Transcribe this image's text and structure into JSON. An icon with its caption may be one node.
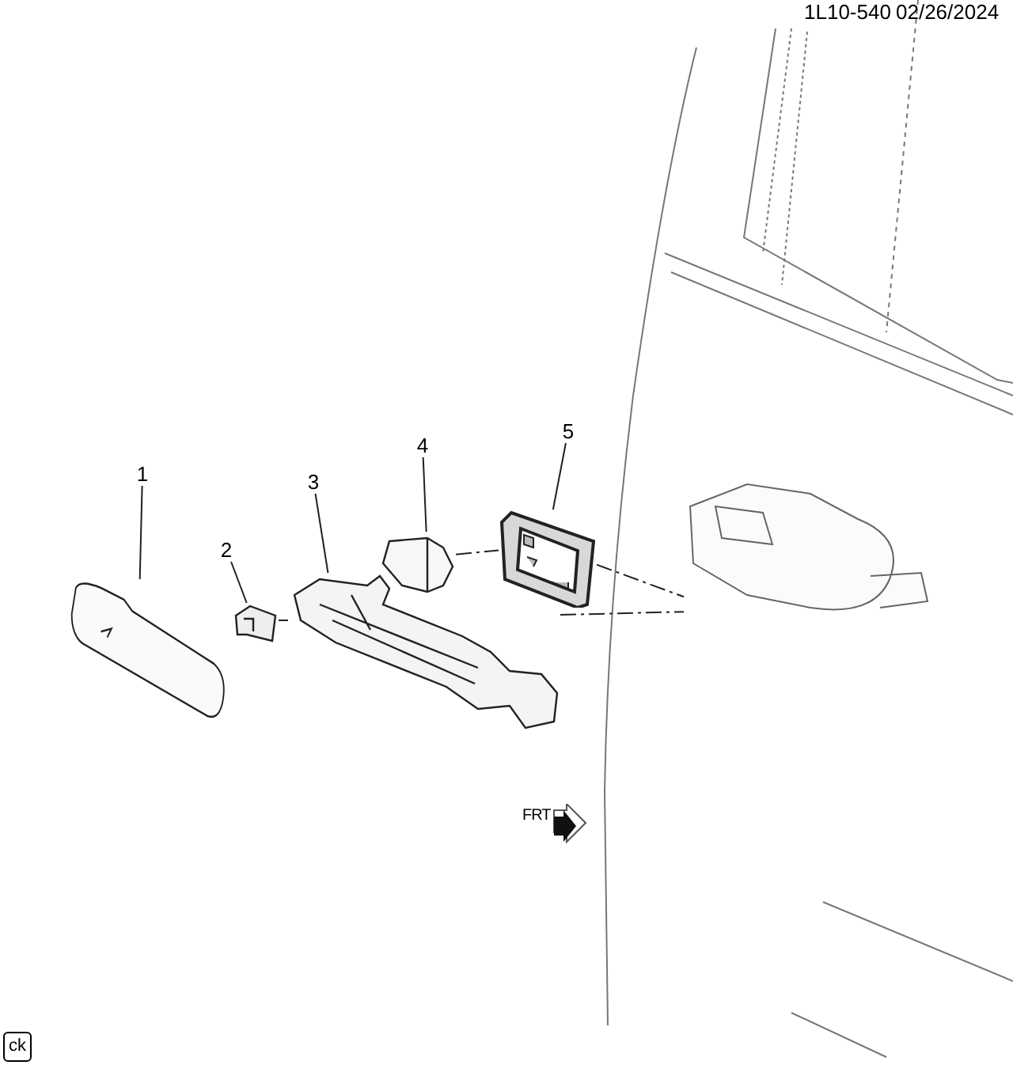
{
  "diagram": {
    "nodes": [
      {
        "text": [
          "1"
        ]
      },
      {
        "text": [
          "2"
        ]
      },
      {
        "text": [
          "3"
        ]
      },
      {
        "text": [
          "4"
        ]
      },
      {
        "text": [
          "5"
        ]
      },
      {
        "text": [],
        "shape": "picture"
      },
      {
        "text": [],
        "shape": "picture"
      },
      {
        "text": [],
        "shape": "picture"
      },
      {
        "text": [],
        "shape": "picture"
      },
      {
        "text": [],
        "shape": "picture"
      },
      {
        "text": [],
        "shape": "picture"
      },
      {
        "text": [
          "ck"
        ]
      }
    ],
    "edges": [
      {
        "from": 0,
        "to": 5,
        "arrow": "none"
      },
      {
        "from": 1,
        "to": 6,
        "arrow": "none"
      },
      {
        "from": 2,
        "to": 7,
        "arrow": "none"
      },
      {
        "from": 3,
        "to": 8,
        "arrow": "none"
      },
      {
        "from": 4,
        "to": 9,
        "arrow": "none"
      },
      {
        "from": 6,
        "to": 7,
        "arrow": "none",
        "style": "dashed"
      },
      {
        "from": 7,
        "to": 10,
        "arrow": "none",
        "style": "dashed"
      },
      {
        "from": 8,
        "to": 9,
        "arrow": "none",
        "style": "dashed"
      },
      {
        "from": 9,
        "to": 10,
        "arrow": "none",
        "style": "dashed"
      }
    ],
    "labels": [
      "1L10-540",
      "02/26/2024",
      "FRT"
    ]
  }
}
